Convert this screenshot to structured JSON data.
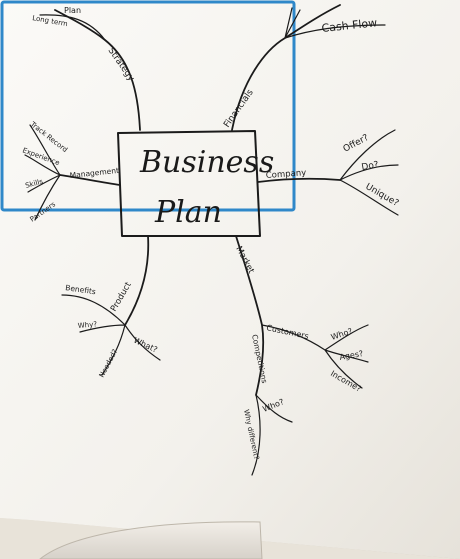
{
  "center": {
    "line1": "Business",
    "line2": "Plan"
  },
  "branches": {
    "strategy": {
      "label": "Strategy",
      "sub": [
        "Long term",
        "Plan"
      ]
    },
    "financials": {
      "label": "Financials",
      "sub": [
        "Cash Flow"
      ]
    },
    "management": {
      "label": "Management",
      "sub": [
        "Track Record",
        "Experience",
        "Skills",
        "Partners"
      ]
    },
    "company": {
      "label": "Company",
      "sub": [
        "Offer?",
        "Do?",
        "Unique?"
      ]
    },
    "product": {
      "label": "Product",
      "sub": [
        "Benefits",
        "Why?",
        "Needed?",
        "What?"
      ]
    },
    "market": {
      "label": "Market",
      "sub": [
        "Customers",
        "Who?",
        "Ages?",
        "Income?",
        "Competitions",
        "Who?",
        "Why different?"
      ]
    }
  },
  "colors": {
    "wall": "#d9d4ca",
    "board": "#f7f6f2",
    "frame": "#2f88c9",
    "ink": "#1b1b1b"
  }
}
